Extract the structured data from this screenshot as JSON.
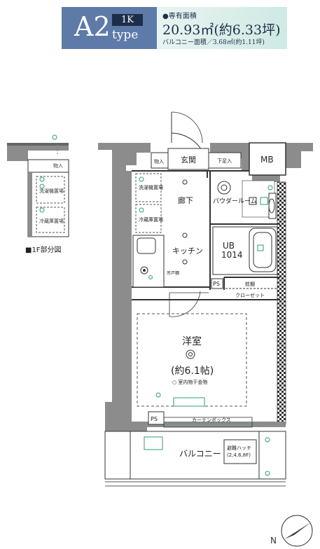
{
  "header": {
    "type_letter": "A2",
    "type_rooms": "1K",
    "type_word": "type",
    "area_label": "●専有面積",
    "area_value": "20.93㎡(約6.33坪)",
    "balcony_value": "バルコニー面積／3.68㎡(約1.11坪)"
  },
  "inset": {
    "caption": "■1F部分図",
    "entry_label": "物入",
    "appliance_top": "洗濯機置場",
    "appliance_bottom": "冷蔵庫置場"
  },
  "plan": {
    "rooms": {
      "genkan": "玄関",
      "shoe_box": "下足入",
      "storage": "物入",
      "mb": "MB",
      "corridor": "廊下",
      "powder_room": "パウダールーム",
      "ub": "UB",
      "ub_size": "1014",
      "kitchen": "キッチン",
      "kitchen_shelf": "吊戸棚",
      "ps_upper": "PS",
      "ps_lower": "PS",
      "shelf": "枕棚",
      "closet": "クローゼット",
      "western_room": "洋室",
      "western_size": "(約6.1帖)",
      "hardware_note": "○ 室内物干金物",
      "curtain_box": "カーテンボックス",
      "balcony": "バルコニー",
      "hatch_line1": "避難ハッチ",
      "hatch_line2": "(2,4,6,8F)",
      "laundry": "洗濯機置場",
      "fridge": "冷蔵庫置場"
    },
    "compass_label": "N"
  },
  "colors": {
    "header_blue": "#5d7aa8",
    "header_navy": "#1d2e4a",
    "wall_gray": "#8c8c8c",
    "fixture_green": "#2f9e74"
  }
}
